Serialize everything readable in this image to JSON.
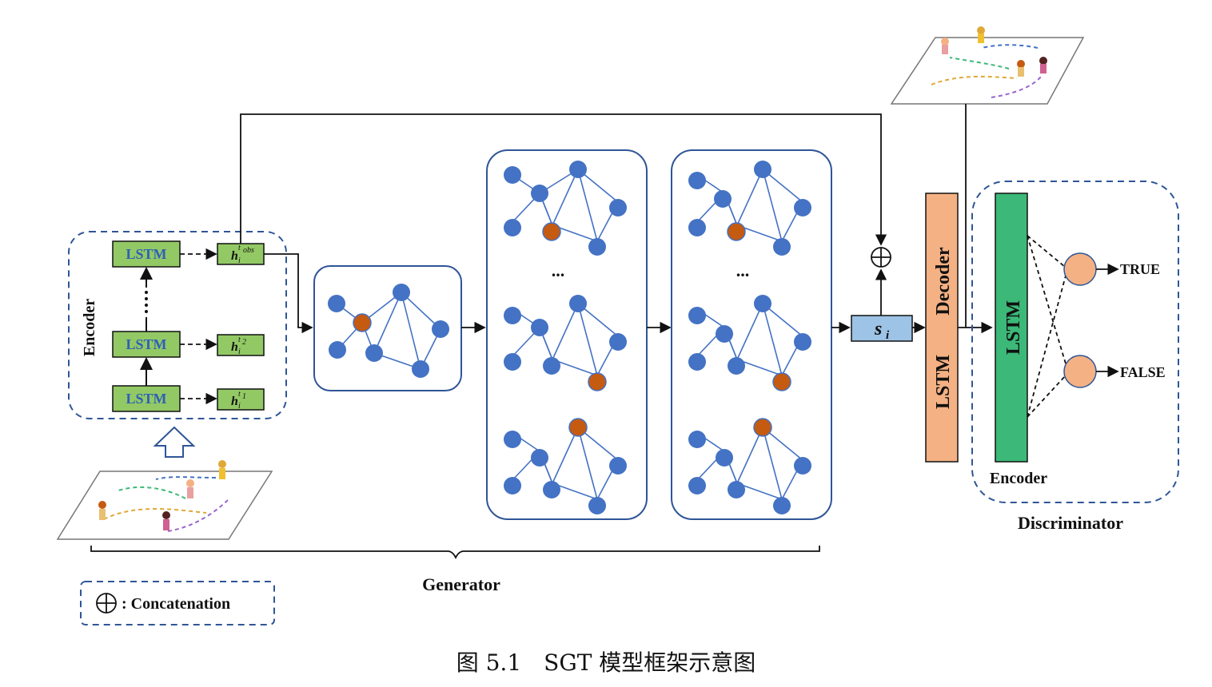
{
  "labels": {
    "encoder": "Encoder",
    "lstm": "LSTM",
    "generator": "Generator",
    "concatenation": ": Concatenation",
    "decoder_lstm": "LSTM",
    "decoder": "Decoder",
    "disc_lstm": "LSTM",
    "disc_encoder": "Encoder",
    "discriminator": "Discriminator",
    "true": "TRUE",
    "false": "FALSE",
    "ellipsis": "...",
    "s_i": "s",
    "s_sub": "i",
    "h": "h",
    "h_sub": "i",
    "h_sup_obs": "t",
    "h_sup_obs_sub": "obs",
    "h_sup_2": "t",
    "h_sup_2_sub": "2",
    "h_sup_1": "t",
    "h_sup_1_sub": "1",
    "caption": "图 5.1　SGT 模型框架示意图"
  },
  "colors": {
    "lstm_fill": "#92c965",
    "node_blue": "#4472c4",
    "node_orange": "#c55a11",
    "decoder_fill": "#f4b183",
    "disc_lstm_fill": "#3cb878",
    "si_fill": "#9dc3e6",
    "output_node": "#f4b183",
    "box_border": "#2f5597"
  }
}
